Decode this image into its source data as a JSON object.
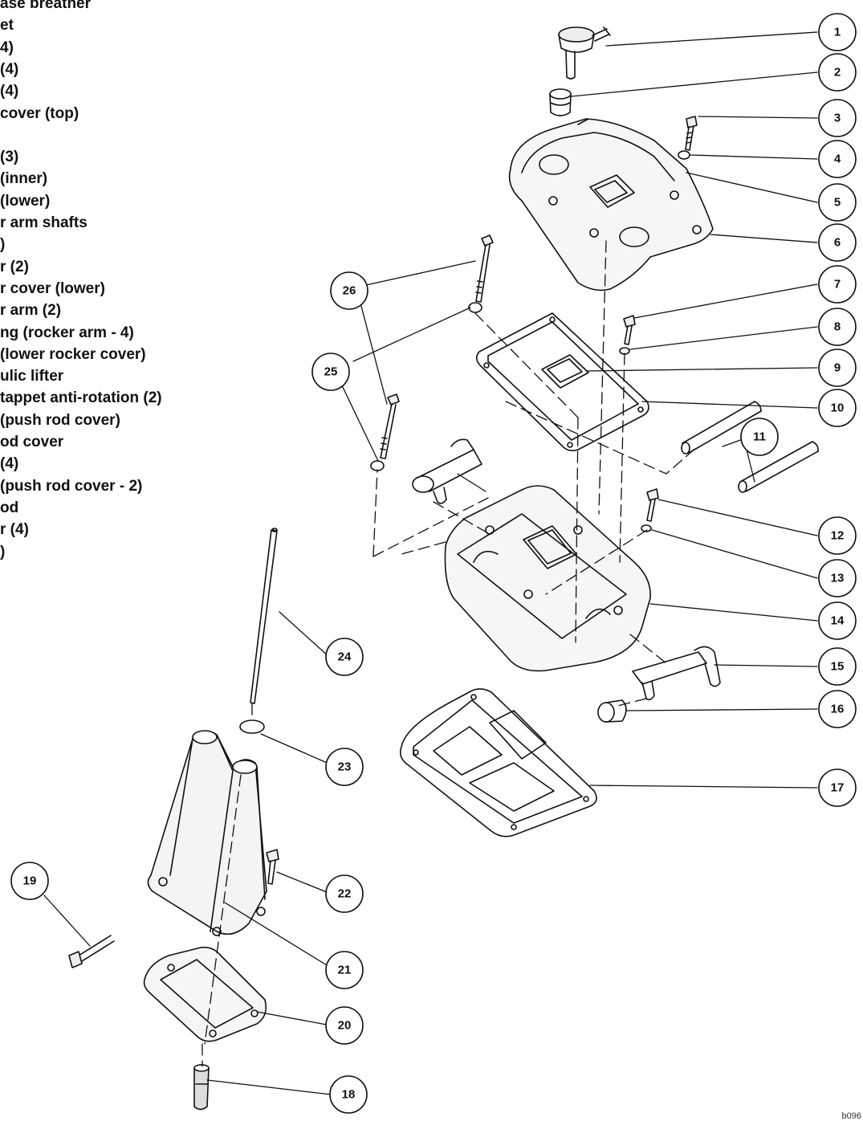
{
  "legend": [
    "ase breather",
    "et",
    "4)",
    "(4)",
    "(4)",
    "cover (top)",
    "",
    "(3)",
    "(inner)",
    "(lower)",
    "r arm shafts",
    ")",
    "r (2)",
    "r cover (lower)",
    "r arm (2)",
    "ng (rocker arm - 4)",
    "(lower rocker cover)",
    "ulic lifter",
    "tappet anti-rotation (2)",
    "(push rod cover)",
    "od cover",
    "(4)",
    "(push rod cover - 2)",
    "od",
    "r (4)",
    ")"
  ],
  "callouts": [
    "1",
    "2",
    "3",
    "4",
    "5",
    "6",
    "7",
    "8",
    "9",
    "10",
    "11",
    "12",
    "13",
    "14",
    "15",
    "16",
    "17",
    "18",
    "19",
    "20",
    "21",
    "22",
    "23",
    "24",
    "25",
    "26"
  ],
  "figure_id": "b096"
}
